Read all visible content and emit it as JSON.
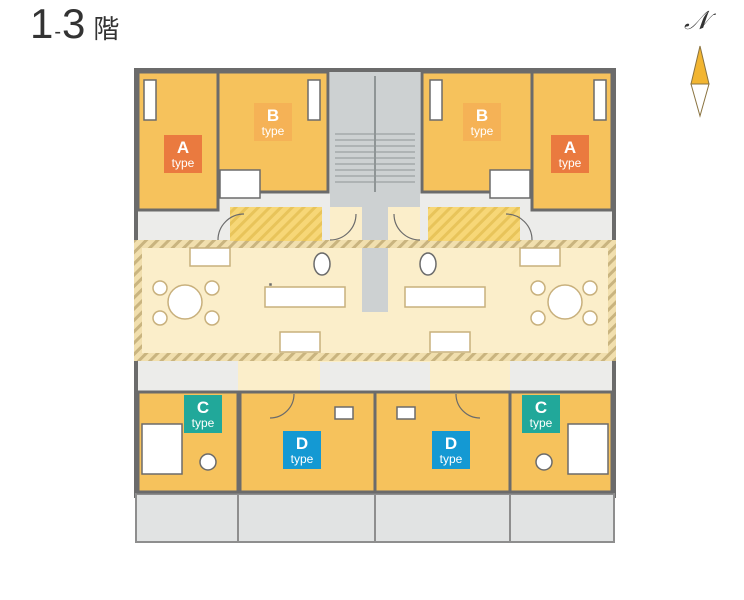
{
  "title": {
    "floor_start": "1",
    "dash": "-",
    "floor_end": "3",
    "suffix": "階"
  },
  "compass": {
    "north_label": "𝒩"
  },
  "units": [
    {
      "letter": "A",
      "type": "type",
      "color": "#ea7a3f"
    },
    {
      "letter": "B",
      "type": "type",
      "color": "#f5b256"
    },
    {
      "letter": "B",
      "type": "type",
      "color": "#f5b256"
    },
    {
      "letter": "A",
      "type": "type",
      "color": "#ea7a3f"
    },
    {
      "letter": "C",
      "type": "type",
      "color": "#21a89a"
    },
    {
      "letter": "D",
      "type": "type",
      "color": "#1499d3"
    },
    {
      "letter": "D",
      "type": "type",
      "color": "#1499d3"
    },
    {
      "letter": "C",
      "type": "type",
      "color": "#21a89a"
    }
  ],
  "colors": {
    "room": "#f6c25c",
    "common": "#fbeeca",
    "wall": "#6b6b6b",
    "balcony": "#e1e3e3",
    "stair": "#cdd1d2"
  }
}
